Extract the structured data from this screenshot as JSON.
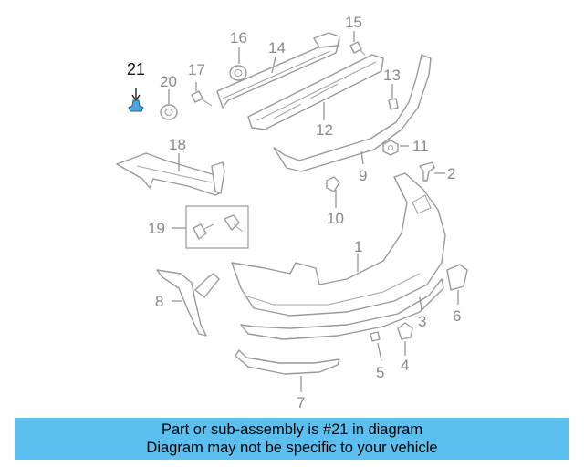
{
  "diagram": {
    "highlighted_part": "21",
    "callouts": [
      "1",
      "2",
      "3",
      "4",
      "5",
      "6",
      "7",
      "8",
      "9",
      "10",
      "11",
      "12",
      "13",
      "14",
      "15",
      "16",
      "17",
      "18",
      "19",
      "20",
      "21"
    ]
  },
  "banner": {
    "line1": "Part or sub-assembly is #21 in diagram",
    "line2": "Diagram may not be specific to your vehicle"
  },
  "colors": {
    "banner_bg": "#5bc0f0",
    "highlight_part": "#4aa8e0",
    "line_art": "#9a9a9a"
  }
}
